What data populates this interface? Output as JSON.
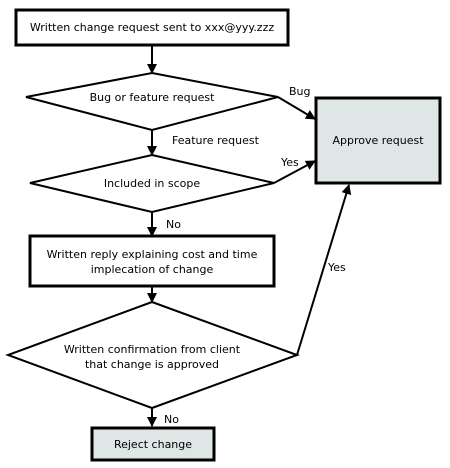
{
  "nodes": {
    "request_sent": "Written change request sent to xxx@yyy.zzz",
    "bug_or_feature": "Bug or feature request",
    "included_scope": "Included in scope",
    "written_reply": [
      "Written reply explaining cost and time",
      "implecation of change"
    ],
    "written_confirmation": [
      "Written confirmation from client",
      "that change is approved"
    ],
    "approve": "Approve request",
    "reject": "Reject change"
  },
  "edges": {
    "bug": "Bug",
    "feature_request": "Feature request",
    "yes_scope": "Yes",
    "no_scope": "No",
    "yes_confirm": "Yes",
    "no_confirm": "No"
  }
}
